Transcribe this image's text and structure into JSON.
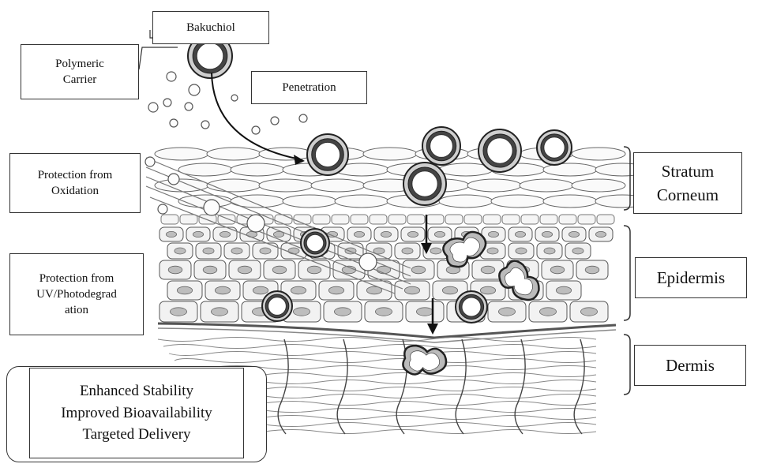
{
  "labels": {
    "bakuchiol": "Bakuchiol",
    "polymeric_carrier": [
      "Polymeric",
      "Carrier"
    ],
    "penetration": "Penetration",
    "protection_oxidation": [
      "Protection from",
      "Oxidation"
    ],
    "protection_uv": [
      "Protection from",
      "UV/Photodegrad",
      "ation"
    ],
    "stratum_corneum": [
      "Stratum",
      "Corneum"
    ],
    "epidermis": "Epidermis",
    "dermis": "Dermis"
  },
  "benefits": [
    "Enhanced Stability",
    "Improved Bioavailability",
    "Targeted Delivery"
  ],
  "colors": {
    "line": "#333333",
    "cell_fill": "#f2f2f2",
    "nucleus": "#bdbdbd",
    "background": "#ffffff"
  }
}
